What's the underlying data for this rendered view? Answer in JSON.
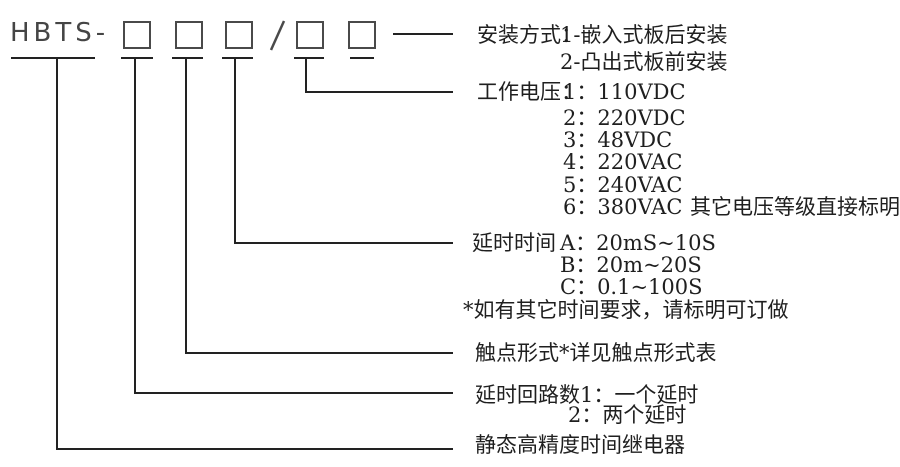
{
  "model_code": {
    "prefix": "HBTS-",
    "separator": "/",
    "box_count": 5
  },
  "legend": {
    "install": {
      "label": "安装方式：",
      "options": [
        "1-嵌入式板后安装",
        "2-凸出式板前安装"
      ]
    },
    "voltage": {
      "label": "工作电压：",
      "options": [
        "1：110VDC",
        "2：220VDC",
        "3：48VDC",
        "4：220VAC",
        "5：240VAC",
        "6：380VAC"
      ],
      "note": "其它电压等级直接标明"
    },
    "delay_time": {
      "label": "延时时间",
      "options": [
        "A：20mS~10S",
        "B：20m~20S",
        "C：0.1~100S"
      ],
      "note": "*如有其它时间要求，请标明可订做"
    },
    "contact_form": {
      "label": "触点形式*详见触点形式表"
    },
    "delay_circuits": {
      "label": "延时回路数",
      "options": [
        "1：一个延时",
        "2：两个延时"
      ]
    },
    "product_name": {
      "label": "静态高精度时间继电器"
    }
  },
  "colors": {
    "background": "#ffffff",
    "line": "#222222",
    "text": "#1f1f1f",
    "model_gray": "#4a4a4a"
  }
}
